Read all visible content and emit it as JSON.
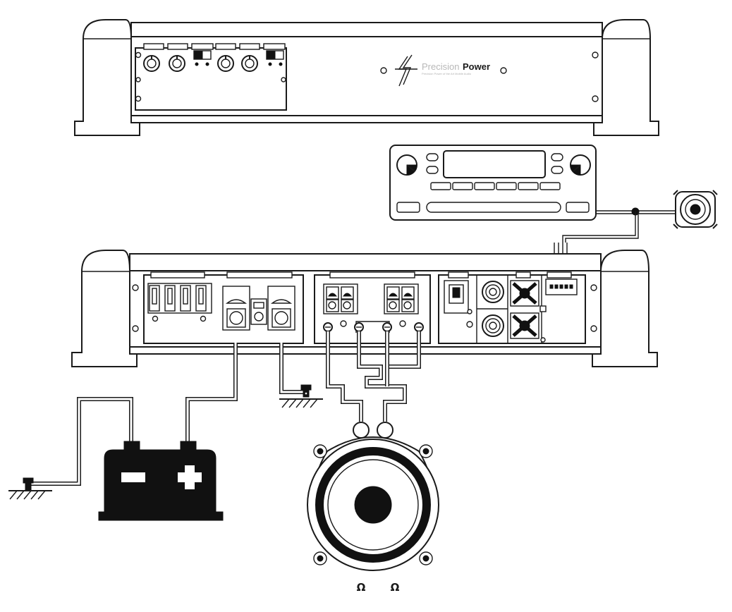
{
  "brand": {
    "prefix": "Precision",
    "name": "Power",
    "tagline": "Precision Power of the Art Mobile Audio"
  },
  "speaker_terminals": {
    "left_symbol": "Ω",
    "right_symbol": "Ω"
  }
}
